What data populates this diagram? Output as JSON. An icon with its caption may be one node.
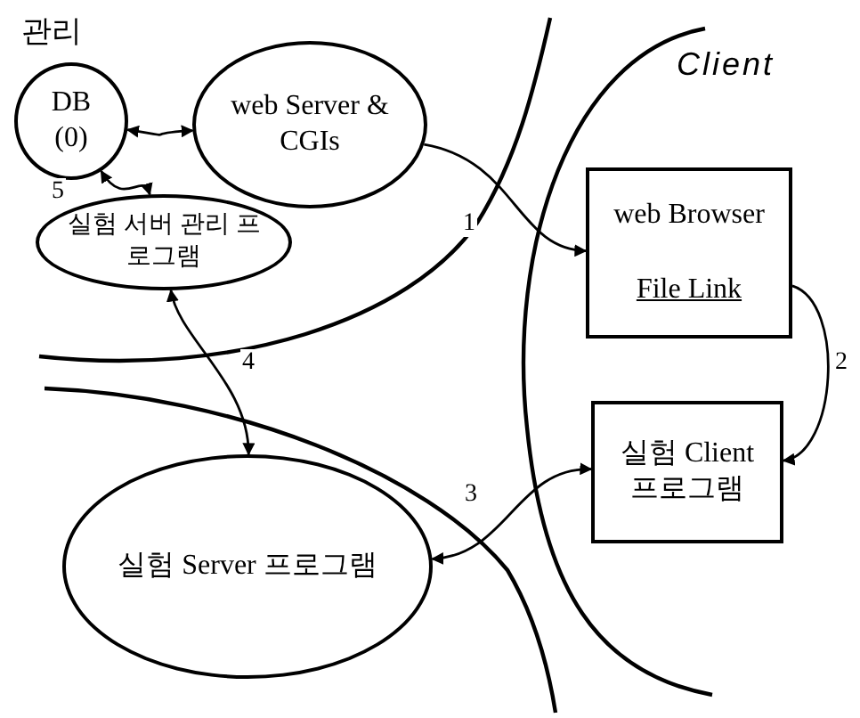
{
  "diagram": {
    "nodes": [
      {
        "text": [
          "DB (0)"
        ]
      },
      {
        "text": [
          "web Server & CGIs"
        ]
      },
      {
        "text": [
          "실험 서버 관리 프로그램"
        ]
      },
      {
        "text": [
          "web Browser",
          "File Link"
        ]
      },
      {
        "text": [
          "실험 Client 프로그램"
        ]
      },
      {
        "text": [
          "실험 Server 프로그램"
        ]
      }
    ],
    "edges": [
      {
        "from": 0,
        "to": 1,
        "arrow": "both"
      },
      {
        "from": 0,
        "to": 2,
        "arrow": "both",
        "label": "5"
      },
      {
        "from": 1,
        "to": 3,
        "arrow": "to",
        "label": "1"
      },
      {
        "from": 3,
        "to": 4,
        "arrow": "to",
        "label": "2"
      },
      {
        "from": 2,
        "to": 5,
        "arrow": "both",
        "label": "4"
      },
      {
        "from": 4,
        "to": 5,
        "arrow": "both",
        "label": "3"
      }
    ],
    "labels": [
      "관리",
      "Client"
    ]
  }
}
